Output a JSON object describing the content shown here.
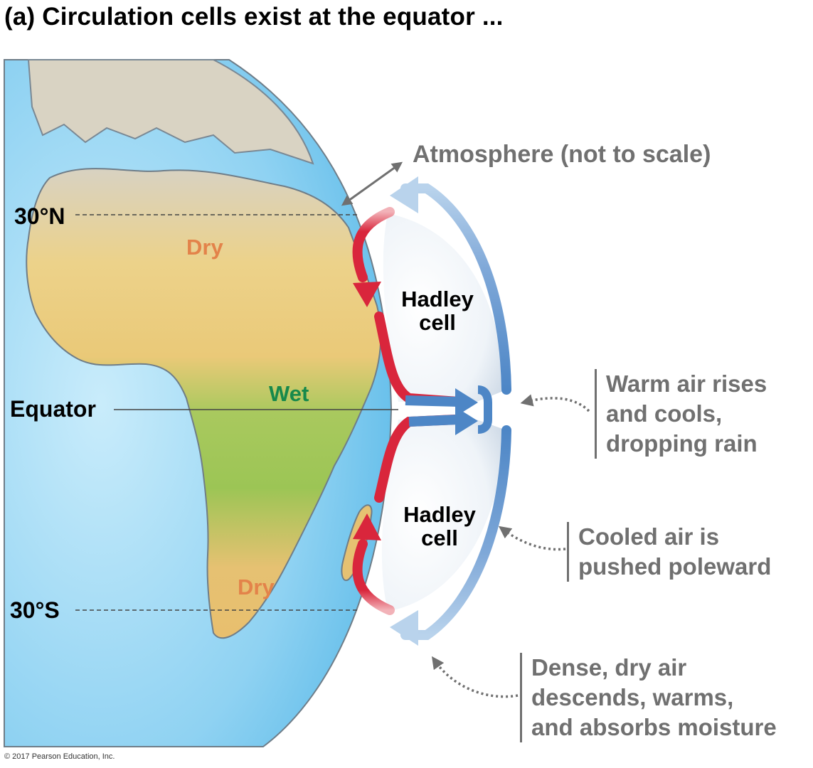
{
  "title": "(a) Circulation cells exist at the equator ...",
  "latitudes": {
    "north": "30°N",
    "equator": "Equator",
    "south": "30°S"
  },
  "climate_zones": {
    "dry_north": "Dry",
    "wet": "Wet",
    "dry_south": "Dry"
  },
  "cells": {
    "north": [
      "Hadley",
      "cell"
    ],
    "south": [
      "Hadley",
      "cell"
    ]
  },
  "annotations": {
    "atmosphere": "Atmosphere (not to scale)",
    "warm_air": [
      "Warm air rises",
      "and cools,",
      "dropping rain"
    ],
    "cooled_air": [
      "Cooled air is",
      "pushed poleward"
    ],
    "dense_air": [
      "Dense, dry air",
      "descends, warms,",
      "and absorbs moisture"
    ]
  },
  "copyright": "© 2017 Pearson Education, Inc.",
  "colors": {
    "ocean": "#8fcff0",
    "land_dry": "#ecc978",
    "land_wet": "#9cc555",
    "warm_flow": "#d9263c",
    "cool_flow": "#4d86c6",
    "cell_fill": "#e6edf4",
    "label_gray": "#707070",
    "dry_text": "#e3834a",
    "wet_text": "#17894b"
  }
}
